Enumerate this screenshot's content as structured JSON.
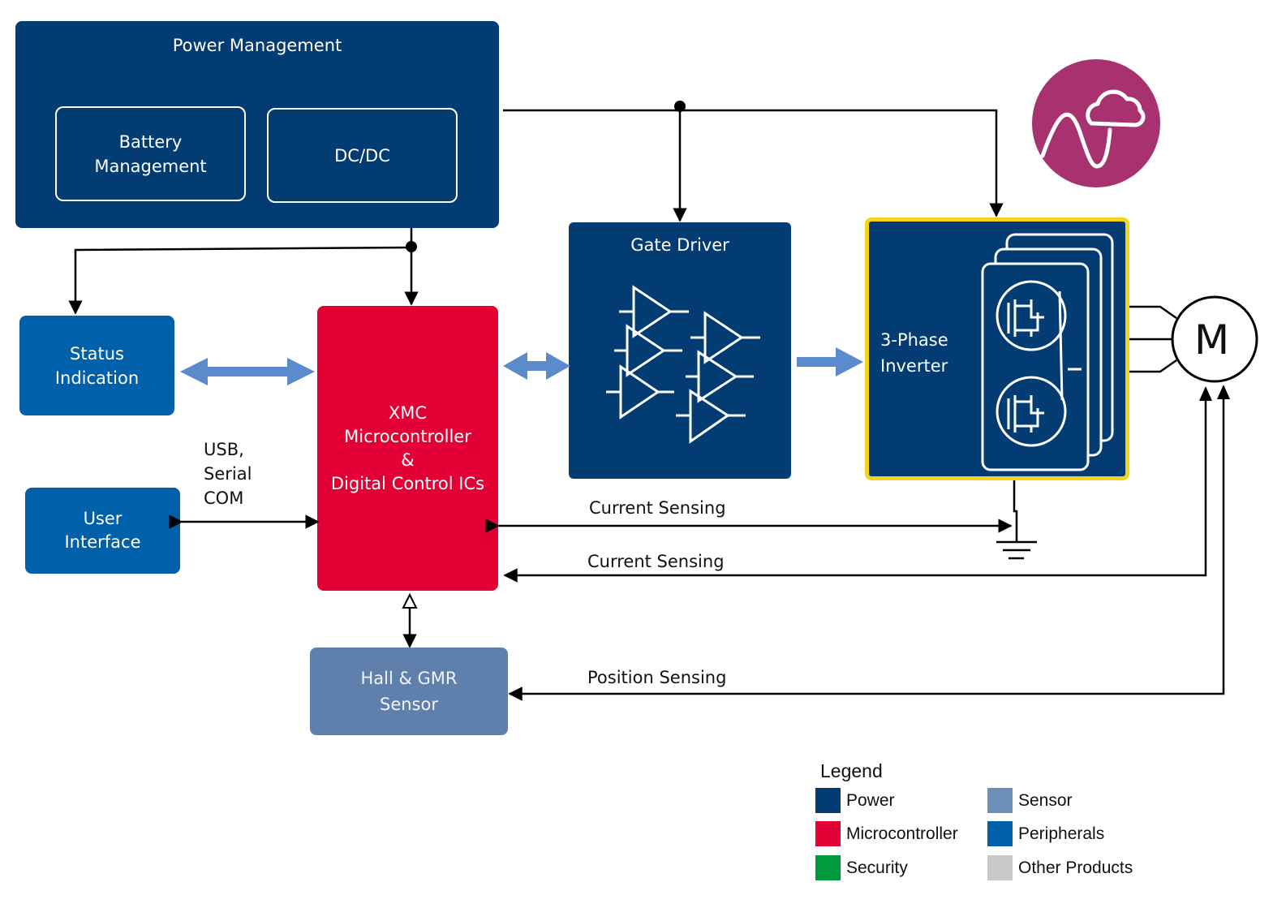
{
  "power_management": {
    "title": "Power Management",
    "battery": "Battery\nManagement",
    "dcdc": "DC/DC"
  },
  "status_indication": "Status\nIndication",
  "user_interface": "User\nInterface",
  "usb_label": "USB,\nSerial\nCOM",
  "xmc": "XMC\nMicrocontroller\n&\nDigital Control ICs",
  "hall_sensor": "Hall & GMR\nSensor",
  "gate_driver": "Gate Driver",
  "inverter": "3-Phase\nInverter",
  "motor": "M",
  "signals": {
    "current_sensing_1": "Current Sensing",
    "current_sensing_2": "Current Sensing",
    "position_sensing": "Position Sensing"
  },
  "legend": {
    "title": "Legend",
    "items": [
      {
        "label": "Power",
        "color": "#033c73"
      },
      {
        "label": "Microcontroller",
        "color": "#e30034"
      },
      {
        "label": "Security",
        "color": "#009a3e"
      },
      {
        "label": "Sensor",
        "color": "#6b8fb8"
      },
      {
        "label": "Peripherals",
        "color": "#0160aa"
      },
      {
        "label": "Other Products",
        "color": "#c8c8c8"
      }
    ]
  },
  "colors": {
    "power": "#033c73",
    "microcontroller": "#e30034",
    "peripherals": "#0160aa",
    "sensor": "#5f7fad",
    "inverter_border": "#f5d31c",
    "logo": "#a8326f",
    "arrow_blue": "#5b8bcc"
  },
  "icons": {
    "logo": "sine-wave-cloud-icon",
    "gate_driver": "buffer-amplifier-icon",
    "inverter": "mosfet-icon"
  }
}
